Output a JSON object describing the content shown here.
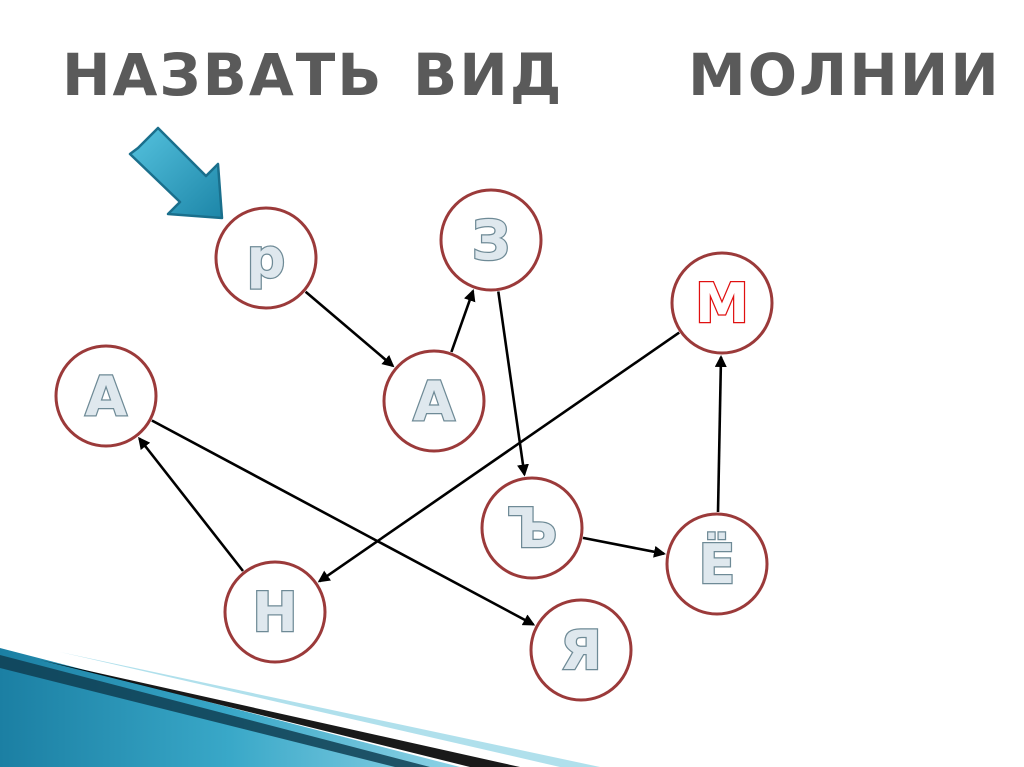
{
  "title": {
    "words": [
      "НАЗВАТЬ",
      "ВИД",
      "МОЛНИИ"
    ]
  },
  "colors": {
    "title": "#5a5a5a",
    "circle_stroke": "#9b3a3a",
    "letter_fill": "#dfe8ee",
    "letter_outline": "#6e8a96",
    "accent_letter": "#e01010",
    "pointer_arrow": "#2a9ab8",
    "edge": "#000000",
    "decor_teal": "#1f8fb0"
  },
  "pointer": {
    "icon": "down-right-arrow-icon",
    "target": "r"
  },
  "nodes": [
    {
      "id": "r",
      "letter": "р",
      "accent": false
    },
    {
      "id": "z",
      "letter": "З",
      "accent": false
    },
    {
      "id": "m",
      "letter": "М",
      "accent": true
    },
    {
      "id": "a1",
      "letter": "А",
      "accent": false
    },
    {
      "id": "a2",
      "letter": "А",
      "accent": false
    },
    {
      "id": "hard",
      "letter": "Ъ",
      "accent": false
    },
    {
      "id": "yo",
      "letter": "Ё",
      "accent": false
    },
    {
      "id": "n",
      "letter": "Н",
      "accent": false
    },
    {
      "id": "ya",
      "letter": "Я",
      "accent": false
    }
  ],
  "edges": [
    {
      "from": "r",
      "to": "a2"
    },
    {
      "from": "a2",
      "to": "z"
    },
    {
      "from": "z",
      "to": "hard"
    },
    {
      "from": "hard",
      "to": "yo"
    },
    {
      "from": "yo",
      "to": "m"
    },
    {
      "from": "m",
      "to": "n"
    },
    {
      "from": "n",
      "to": "a1"
    },
    {
      "from": "a1",
      "to": "ya"
    }
  ]
}
